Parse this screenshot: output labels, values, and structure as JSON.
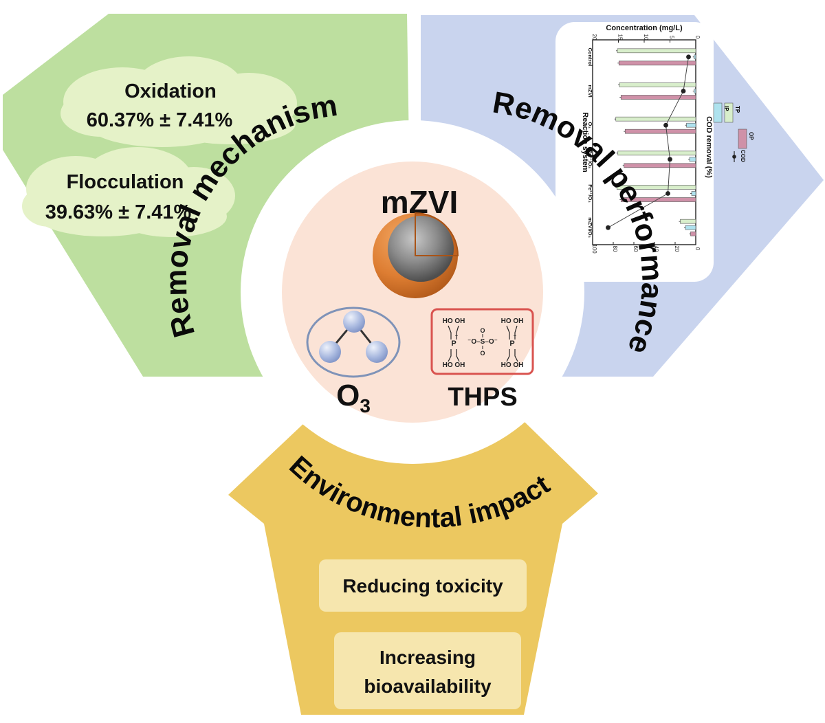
{
  "center": {
    "title": "mZVI",
    "ozone_label_main": "O",
    "ozone_label_sub": "3",
    "thps_label": "THPS",
    "thps_oh": "HO OH",
    "thps_p": "P",
    "thps_plus": "+",
    "thps_sulfate": "⁻O–S–O⁻",
    "thps_sulfate_o": "O"
  },
  "mechanism": {
    "title": "Removal mechanism",
    "oxidation_label": "Oxidation",
    "oxidation_value": "60.37% ± 7.41%",
    "flocculation_label": "Flocculation",
    "flocculation_value": "39.63% ± 7.41%"
  },
  "performance": {
    "title": "Removal performance"
  },
  "impact": {
    "title": "Environmental impact",
    "item1": "Reducing toxicity",
    "item2_line1": "Increasing",
    "item2_line2": "bioavailability"
  },
  "chart_data": {
    "type": "bar",
    "orientation": "rotated 90° clockwise",
    "categories": [
      "Control",
      "mZVI",
      "O3",
      "Fe2+/O3",
      "Fe3+/O3",
      "mZVI/O3"
    ],
    "category_display": [
      "Control",
      "mZVI",
      "O₃",
      "Fe²⁺/O₃",
      "Fe³⁺/O₃",
      "mZVI/O₃"
    ],
    "xlabel": "Reaction system",
    "ylabel_top": "Concentration (mg/L)",
    "ylabel_bottom": "COD removal (%)",
    "conc_ticks": [
      "0",
      "5",
      "10",
      "15",
      "20"
    ],
    "cod_ticks": [
      "0",
      "20",
      "40",
      "60",
      "80",
      "100"
    ],
    "conc_lim": [
      0,
      20
    ],
    "cod_lim": [
      0,
      100
    ],
    "legend": [
      "TP",
      "IP",
      "OP",
      "COD"
    ],
    "series": [
      {
        "name": "TP",
        "color": "#d8eecb",
        "values": [
          15.2,
          14.8,
          15.5,
          15.1,
          15.3,
          3.0
        ]
      },
      {
        "name": "IP",
        "color": "#aee2ee",
        "values": [
          0.3,
          0.3,
          1.8,
          1.2,
          0.8,
          2.0
        ]
      },
      {
        "name": "OP",
        "color": "#cf91a8",
        "values": [
          14.9,
          14.5,
          13.7,
          13.9,
          14.5,
          1.0
        ]
      },
      {
        "name": "COD",
        "color": "#222222",
        "values": [
          7,
          12,
          29,
          25,
          27,
          85
        ]
      }
    ]
  },
  "colors": {
    "green_panel": "#bddf9f",
    "blue_panel": "#c9d4ee",
    "yellow_panel": "#ecc860",
    "center_circle": "#fbe3d6",
    "cloud": "#e5f2c8",
    "impact_box": "#f6e6ae",
    "sphere_shell": "#e08a3c",
    "sphere_core": "#8c8c8c",
    "thps_border": "#d9534f"
  }
}
